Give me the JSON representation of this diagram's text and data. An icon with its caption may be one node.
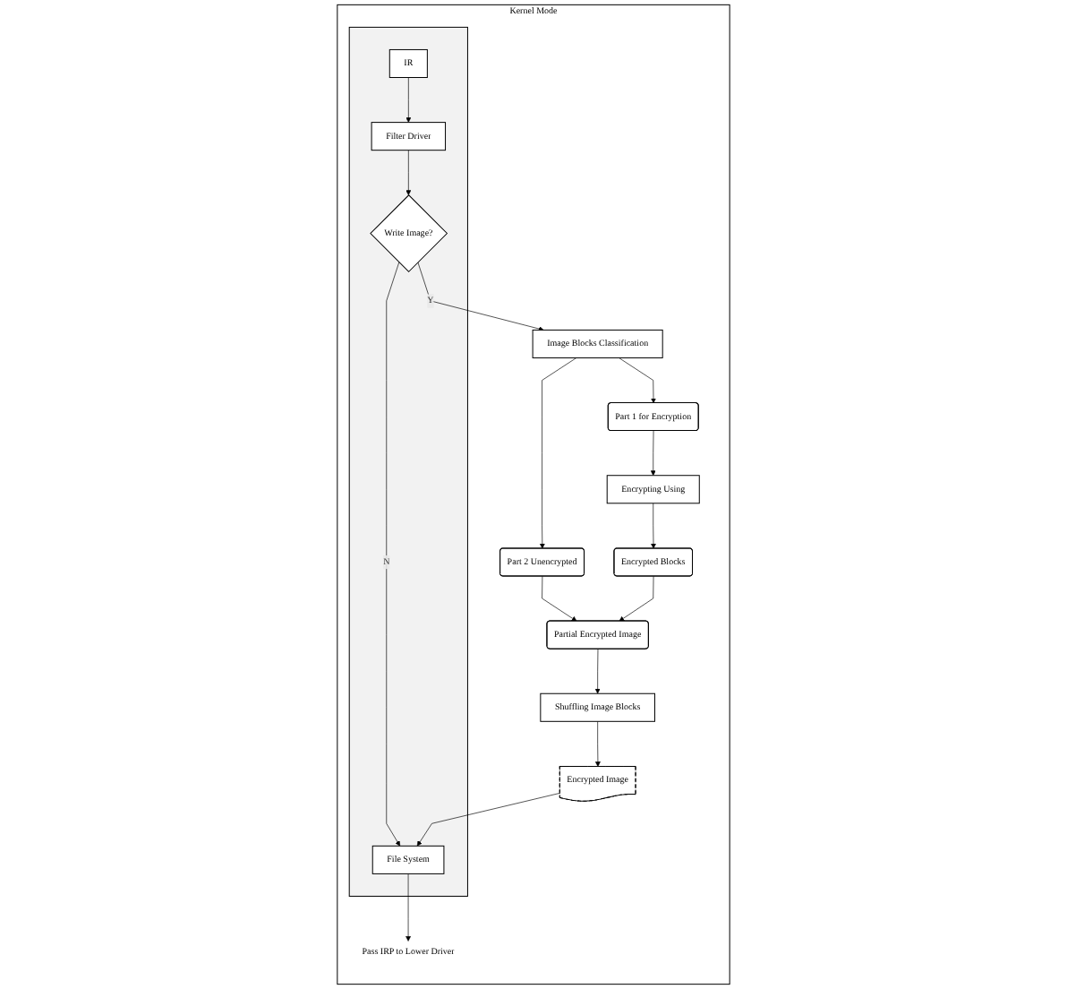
{
  "diagram": {
    "nodes": [
      {
        "text": [
          "Kernel Mode"
        ]
      },
      {
        "text": [],
        "shape": "box",
        "in": 0
      },
      {
        "text": [
          "IR"
        ],
        "in": 1
      },
      {
        "text": [
          "Filter Driver"
        ],
        "in": 1
      },
      {
        "text": [
          "Write Image?"
        ],
        "in": 1
      },
      {
        "text": [
          "File System"
        ],
        "in": 1
      },
      {
        "text": [
          "Image Blocks Classification"
        ],
        "in": 0
      },
      {
        "text": [
          "Part 1 for Encryption"
        ],
        "in": 0
      },
      {
        "text": [
          "Part 2 Unencrypted"
        ],
        "in": 0
      },
      {
        "text": [
          "Encrypting Using"
        ],
        "in": 0
      },
      {
        "text": [
          "Encrypted Blocks"
        ],
        "in": 0
      },
      {
        "text": [
          "Partial Encrypted Image"
        ],
        "in": 0
      },
      {
        "text": [
          "Shuffling Image Blocks"
        ],
        "in": 0
      },
      {
        "text": [
          "Encrypted Image"
        ],
        "in": 0
      },
      {
        "text": [
          "Pass IRP to Lower Driver"
        ],
        "in": 0
      }
    ],
    "edges": [
      {
        "from": 2,
        "to": 3,
        "arrow": "to"
      },
      {
        "from": 3,
        "to": 4,
        "arrow": "to"
      },
      {
        "from": 4,
        "to": 6,
        "arrow": "to",
        "label": "Y"
      },
      {
        "from": 4,
        "to": 5,
        "arrow": "to",
        "label": "N"
      },
      {
        "from": 6,
        "to": 7,
        "arrow": "to"
      },
      {
        "from": 6,
        "to": 8,
        "arrow": "to"
      },
      {
        "from": 7,
        "to": 9,
        "arrow": "to"
      },
      {
        "from": 9,
        "to": 10,
        "arrow": "to"
      },
      {
        "from": 8,
        "to": 11,
        "arrow": "to"
      },
      {
        "from": 10,
        "to": 11,
        "arrow": "to"
      },
      {
        "from": 11,
        "to": 12,
        "arrow": "to"
      },
      {
        "from": 12,
        "to": 13,
        "arrow": "to"
      },
      {
        "from": 13,
        "to": 5,
        "arrow": "to"
      },
      {
        "from": 5,
        "to": 14,
        "arrow": "to"
      }
    ]
  }
}
